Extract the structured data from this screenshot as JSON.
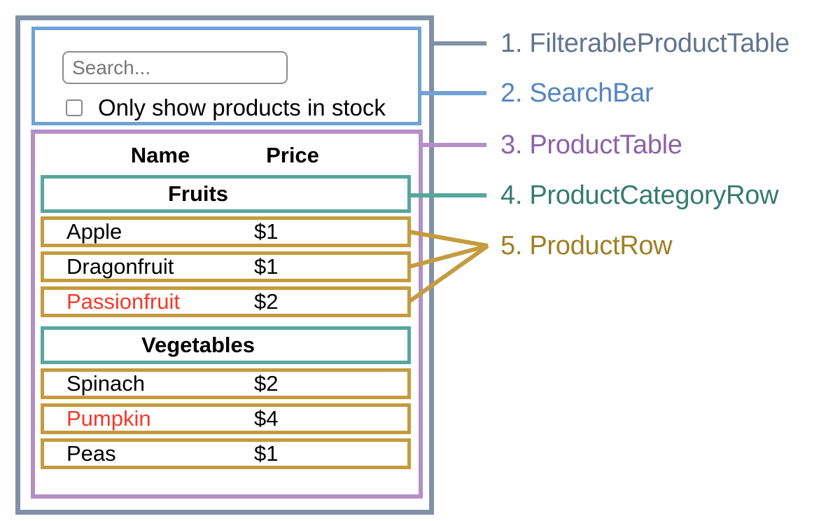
{
  "search_bar": {
    "input_placeholder": "Search...",
    "checkbox_label": "Only show products in stock",
    "checkbox_checked": false
  },
  "product_table": {
    "headers": {
      "name": "Name",
      "price": "Price"
    },
    "sections": [
      {
        "category": "Fruits",
        "rows": [
          {
            "name": "Apple",
            "price": "$1",
            "name_color": "#000000"
          },
          {
            "name": "Dragonfruit",
            "price": "$1",
            "name_color": "#000000"
          },
          {
            "name": "Passionfruit",
            "price": "$2",
            "name_color": "#f2392c"
          }
        ]
      },
      {
        "category": "Vegetables",
        "rows": [
          {
            "name": "Spinach",
            "price": "$2",
            "name_color": "#000000"
          },
          {
            "name": "Pumpkin",
            "price": "$4",
            "name_color": "#f2392c"
          },
          {
            "name": "Peas",
            "price": "$1",
            "name_color": "#000000"
          }
        ]
      }
    ]
  },
  "legend": {
    "items": [
      {
        "text": "1. FilterableProductTable",
        "color": "#62748e"
      },
      {
        "text": "2. SearchBar",
        "color": "#5585c2"
      },
      {
        "text": "3. ProductTable",
        "color": "#8d62a9"
      },
      {
        "text": "4. ProductCategoryRow",
        "color": "#357c6f"
      },
      {
        "text": "5. ProductRow",
        "color": "#a07f24"
      }
    ]
  },
  "colors": {
    "filterable_product_table_border": "#8090a6",
    "search_bar_border": "#71a1d7",
    "product_table_border": "#b48fc7",
    "product_category_row_border": "#57a79c",
    "product_row_border": "#c49c3f",
    "out_of_stock_text": "#f2392c"
  }
}
